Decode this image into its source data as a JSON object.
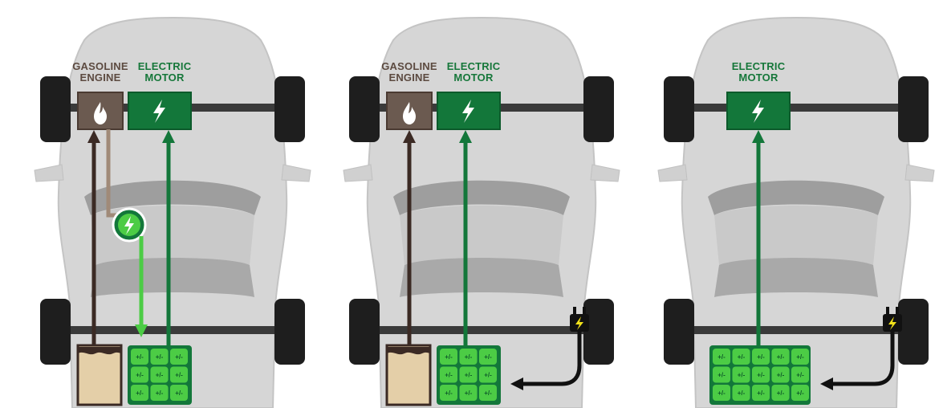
{
  "colors": {
    "electric_dark": "#13773a",
    "electric_light": "#4ccc45",
    "gasoline_dark": "#3b2a24",
    "gasoline_mid": "#6b5a50",
    "gasoline_light_line": "#a08a78",
    "fuel": "#e4cfa8",
    "tire": "#1e1e1e",
    "body_shell": "#d6d6d6",
    "body_outline": "#c4c4c4",
    "glass": "#9e9e9e",
    "plug_bolt": "#f2e21a"
  },
  "cars": [
    {
      "id": "hybrid",
      "gasoline_label": [
        "GASOLINE",
        "ENGINE"
      ],
      "electric_label": [
        "ELECTRIC",
        "MOTOR"
      ],
      "has_engine": true,
      "has_generator": true,
      "has_plug": false,
      "battery_cells": [
        "+/-",
        "+/-",
        "+/-",
        "+/-",
        "+/-",
        "+/-",
        "+/-",
        "+/-",
        "+/-"
      ]
    },
    {
      "id": "plug-in-hybrid",
      "gasoline_label": [
        "GASOLINE",
        "ENGINE"
      ],
      "electric_label": [
        "ELECTRIC",
        "MOTOR"
      ],
      "has_engine": true,
      "has_generator": false,
      "has_plug": true,
      "battery_cells": [
        "+/-",
        "+/-",
        "+/-",
        "+/-",
        "+/-",
        "+/-",
        "+/-",
        "+/-",
        "+/-"
      ]
    },
    {
      "id": "all-electric",
      "gasoline_label": [],
      "electric_label": [
        "ELECTRIC",
        "MOTOR"
      ],
      "has_engine": false,
      "has_generator": false,
      "has_plug": true,
      "battery_cells": [
        "+/-",
        "+/-",
        "+/-",
        "+/-",
        "+/-",
        "+/-",
        "+/-",
        "+/-",
        "+/-",
        "+/-",
        "+/-",
        "+/-",
        "+/-",
        "+/-",
        "+/-"
      ]
    }
  ]
}
